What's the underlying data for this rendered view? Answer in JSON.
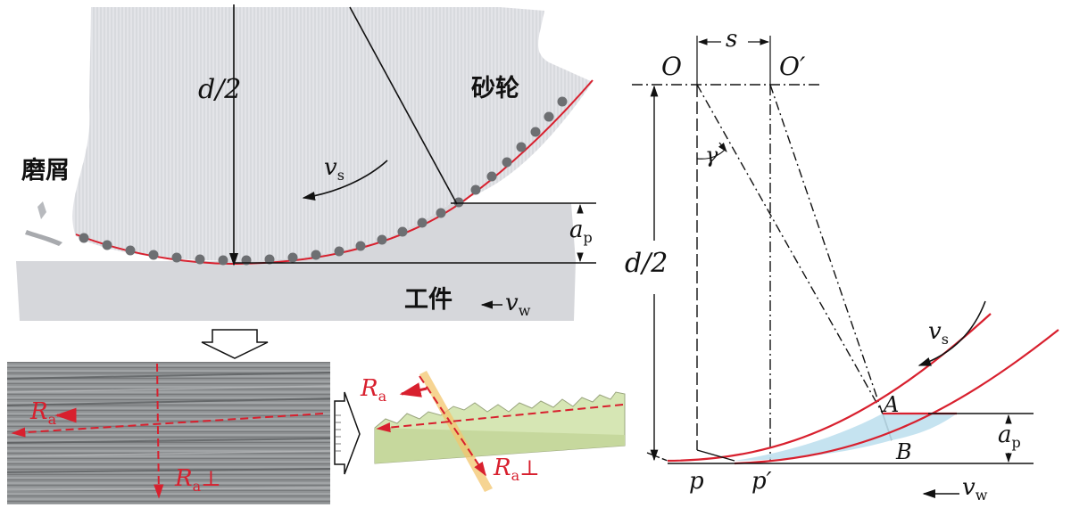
{
  "left_top": {
    "wheel_label": "砂轮",
    "chips_label": "磨屑",
    "workpiece_label": "工件",
    "half_d_label": "d/2",
    "vs_label": "v",
    "vs_sub": "s",
    "vw_label": "v",
    "vw_sub": "w",
    "ap_label": "a",
    "ap_sub": "p"
  },
  "left_bottom": {
    "ra_label": "R",
    "ra_sub": "a",
    "ra_perp_label": "R",
    "ra_perp_sub": "a",
    "perp_symbol": "⊥"
  },
  "right": {
    "o_label": "O",
    "o_prime_label": "O′",
    "s_label": "s",
    "gamma_label": "γ",
    "half_d_label": "d/2",
    "vs_label": "v",
    "vs_sub": "s",
    "vw_label": "v",
    "vw_sub": "w",
    "ap_label": "a",
    "ap_sub": "p",
    "a_label": "A",
    "b_label": "B",
    "p_label": "p",
    "p_prime_label": "p′"
  },
  "colors": {
    "red": "#d8202e",
    "wheel_gray": "#dcdde2",
    "work_gray": "#d5d6da",
    "chip_shade": "#bfe0ee",
    "profile_green": "#d6e6b4"
  }
}
